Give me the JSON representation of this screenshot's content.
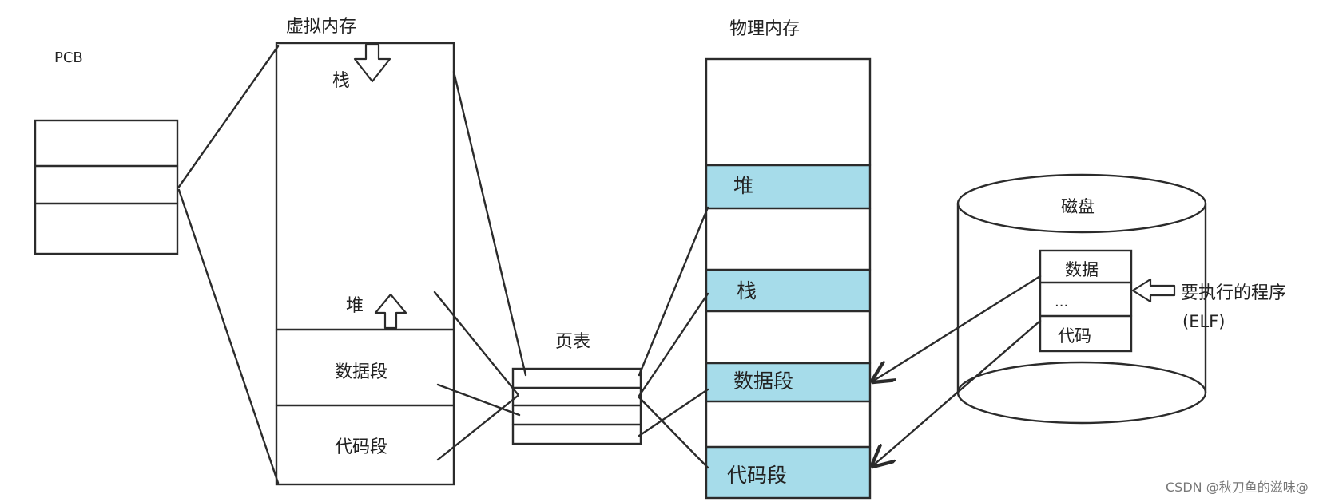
{
  "colors": {
    "highlight": "#a6dcea",
    "line": "#2b2b2b",
    "background": "#ffffff"
  },
  "labels": {
    "pcb": "PCB",
    "virtual_memory": "虚拟内存",
    "physical_memory": "物理内存",
    "page_table": "页表",
    "disk": "磁盘",
    "program_to_execute": "要执行的程序",
    "elf": "(ELF)"
  },
  "virtual_memory": {
    "stack": "栈",
    "heap": "堆",
    "data_segment": "数据段",
    "code_segment": "代码段"
  },
  "physical_memory": {
    "heap": "堆",
    "stack": "栈",
    "data_segment": "数据段",
    "code_segment": "代码段"
  },
  "disk_file": {
    "data": "数据",
    "ellipsis": "...",
    "code": "代码"
  },
  "icons": {
    "stack_growth": "arrow-down-icon",
    "heap_growth": "arrow-up-icon",
    "program_pointer": "arrow-left-icon"
  },
  "watermark": "CSDN @秋刀鱼的滋味@"
}
